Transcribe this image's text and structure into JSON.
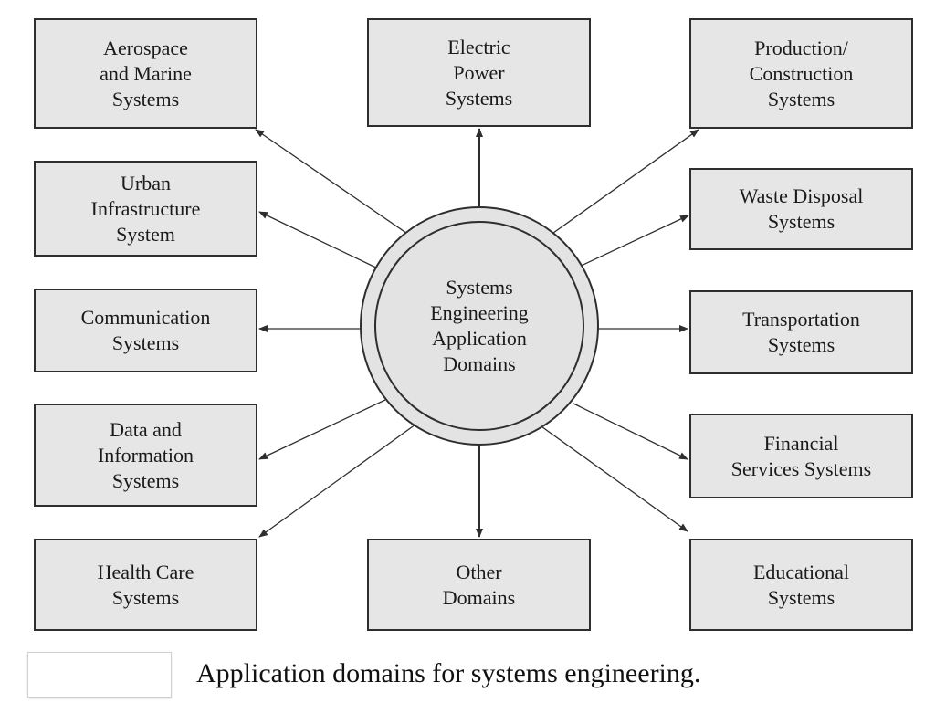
{
  "hub": {
    "lines": [
      "Systems",
      "Engineering",
      "Application",
      "Domains"
    ]
  },
  "domains": [
    {
      "id": "aerospace",
      "lines": [
        "Aerospace",
        "and Marine",
        "Systems"
      ]
    },
    {
      "id": "electric",
      "lines": [
        "Electric",
        "Power",
        "Systems"
      ]
    },
    {
      "id": "production",
      "lines": [
        "Production/",
        "Construction",
        "Systems"
      ]
    },
    {
      "id": "urban",
      "lines": [
        "Urban",
        "Infrastructure",
        "System"
      ]
    },
    {
      "id": "waste",
      "lines": [
        "Waste Disposal",
        "Systems"
      ]
    },
    {
      "id": "communication",
      "lines": [
        "Communication",
        "Systems"
      ]
    },
    {
      "id": "transportation",
      "lines": [
        "Transportation",
        "Systems"
      ]
    },
    {
      "id": "data",
      "lines": [
        "Data and",
        "Information",
        "Systems"
      ]
    },
    {
      "id": "financial",
      "lines": [
        "Financial",
        "Services Systems"
      ]
    },
    {
      "id": "healthcare",
      "lines": [
        "Health Care",
        "Systems"
      ]
    },
    {
      "id": "other",
      "lines": [
        "Other",
        "Domains"
      ]
    },
    {
      "id": "educational",
      "lines": [
        "Educational",
        "Systems"
      ]
    }
  ],
  "caption": "Application domains for systems engineering.",
  "colors": {
    "box_fill": "#e6e6e6",
    "border": "#2e2e2e",
    "hub_fill": "#e3e3e3"
  }
}
